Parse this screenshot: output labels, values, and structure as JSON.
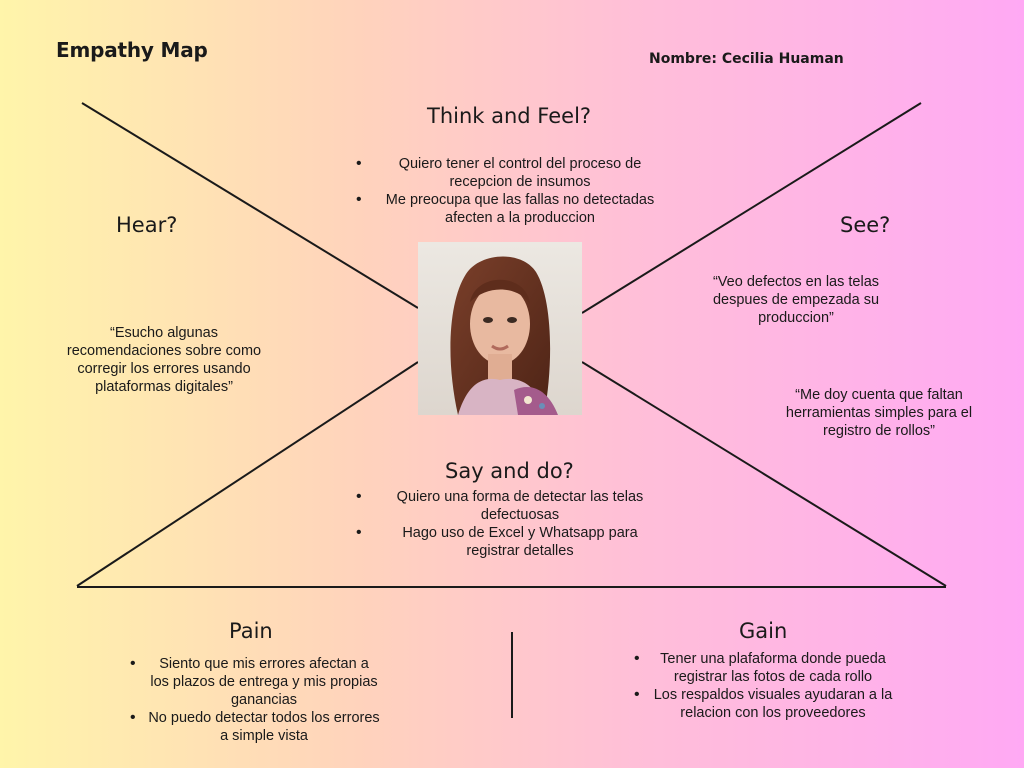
{
  "title": "Empathy Map",
  "name_label": "Nombre: Cecilia Huaman",
  "think_feel": {
    "heading": "Think and Feel?",
    "items": [
      "Quiero tener el control del proceso de recepcion de insumos",
      "Me preocupa que las fallas no detectadas afecten a la produccion"
    ]
  },
  "hear": {
    "heading": "Hear?",
    "quote": "“Esucho algunas recomendaciones sobre como corregir los errores usando plataformas digitales”"
  },
  "see": {
    "heading": "See?",
    "quotes": [
      "“Veo defectos en las telas despues de empezada su produccion”",
      "“Me doy cuenta que faltan herramientas simples para el registro de rollos”"
    ]
  },
  "say_do": {
    "heading": "Say and do?",
    "items": [
      "Quiero una forma de detectar las telas defectuosas",
      "Hago uso de Excel y Whatsapp para registrar detalles"
    ]
  },
  "pain": {
    "heading": "Pain",
    "items": [
      "Siento que mis errores afectan a los plazos de entrega y mis propias ganancias",
      "No puedo detectar todos los errores a simple vista"
    ]
  },
  "gain": {
    "heading": "Gain",
    "items": [
      "Tener una plafaforma donde pueda registrar las fotos de cada rollo",
      "Los respaldos visuales ayudaran a la relacion con los proveedores"
    ]
  },
  "colors": {
    "gradient_left": "#fff5aa",
    "gradient_mid": "#ffbfd8",
    "gradient_right": "#ffa9f4",
    "line": "#1a1a1a"
  },
  "photo_icon": "portrait-photo"
}
